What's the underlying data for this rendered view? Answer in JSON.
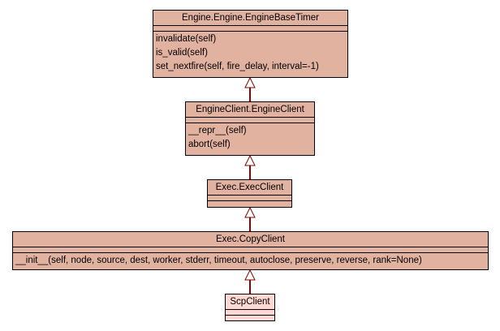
{
  "colors": {
    "class_fill": "#e2b2a1",
    "leaf_fill": "#ffd7d3",
    "edge": "#8b0000"
  },
  "classes": [
    {
      "name": "Engine.Engine.EngineBaseTimer",
      "methods": [
        "invalidate(self)",
        "is_valid(self)",
        "set_nextfire(self, fire_delay, interval=-1)"
      ]
    },
    {
      "name": "EngineClient.EngineClient",
      "methods": [
        "__repr__(self)",
        "abort(self)"
      ]
    },
    {
      "name": "Exec.ExecClient",
      "methods": []
    },
    {
      "name": "Exec.CopyClient",
      "methods": [
        "__init__(self, node, source, dest, worker, stderr, timeout, autoclose, preserve, reverse, rank=None)"
      ]
    },
    {
      "name": "ScpClient",
      "methods": []
    }
  ]
}
